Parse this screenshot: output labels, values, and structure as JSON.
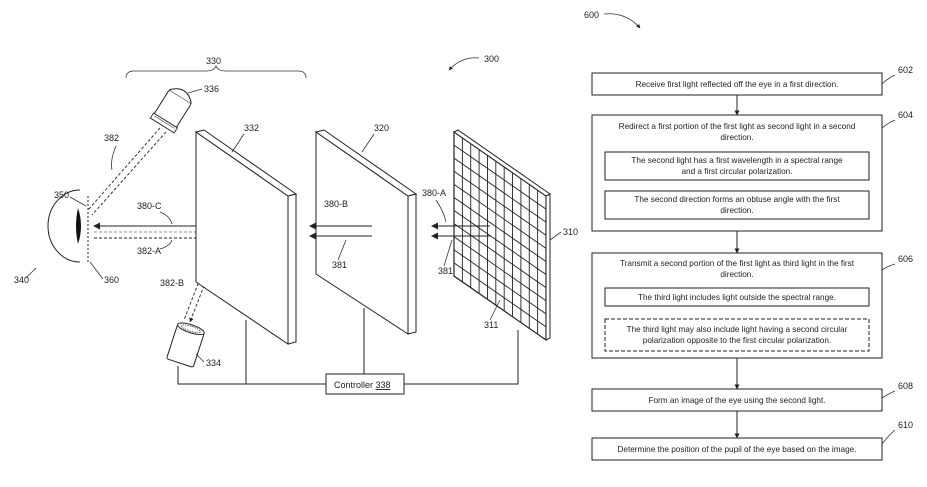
{
  "optical": {
    "labels": {
      "l300": "300",
      "l330": "330",
      "l336": "336",
      "l332": "332",
      "l320": "320",
      "l382": "382",
      "l350": "350",
      "l340": "340",
      "l360": "360",
      "l380c": "380-C",
      "l382a": "382-A",
      "l382b": "382-B",
      "l334": "334",
      "l380b": "380-B",
      "l381a": "381",
      "l380a": "380-A",
      "l381b": "381",
      "l310": "310",
      "l311": "311"
    },
    "controller": {
      "text": "Controller ",
      "num": "338"
    }
  },
  "flow": {
    "title_num": "600",
    "steps": [
      {
        "num": "602",
        "lines": [
          "Receive first light reflected off the eye in a first direction."
        ]
      },
      {
        "num": "604",
        "lines": [
          "Redirect a first portion of the first light as second light in a second",
          "direction."
        ],
        "subs": [
          {
            "lines": [
              "The second light has a first wavelength in a spectral range",
              "and a first circular polarization."
            ],
            "dashed": false
          },
          {
            "lines": [
              "The second direction forms an obtuse angle with the first",
              "direction."
            ],
            "dashed": false
          }
        ]
      },
      {
        "num": "606",
        "lines": [
          "Transmit a second portion of the first light as third light in the first",
          "direction."
        ],
        "subs": [
          {
            "lines": [
              "The third light includes light outside the spectral range."
            ],
            "dashed": false
          },
          {
            "lines": [
              "The third light may also include light having a second circular",
              "polarization opposite to the first circular polarization."
            ],
            "dashed": true
          }
        ]
      },
      {
        "num": "608",
        "lines": [
          "Form an image of the eye using the second light."
        ]
      },
      {
        "num": "610",
        "lines": [
          "Determine the position of the pupil of the eye based on the image."
        ]
      }
    ]
  }
}
